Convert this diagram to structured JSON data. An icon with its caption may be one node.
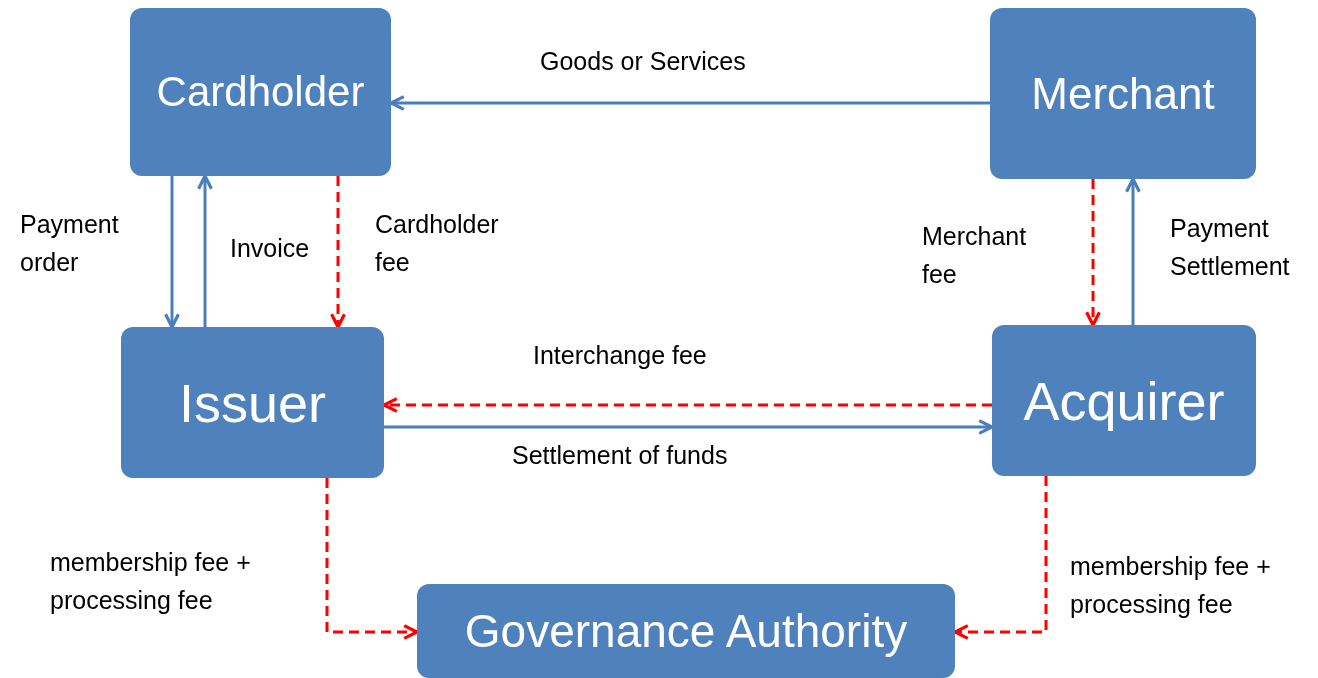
{
  "diagram": {
    "nodes": [
      {
        "text": [
          "Cardholder"
        ]
      },
      {
        "text": [
          "Merchant"
        ]
      },
      {
        "text": [
          "Issuer"
        ]
      },
      {
        "text": [
          "Acquirer"
        ]
      },
      {
        "text": [
          "Governance Authority"
        ]
      }
    ],
    "edges": [
      {
        "from": 1,
        "to": 0,
        "arrow": "to",
        "label": "Goods or Services"
      },
      {
        "from": 0,
        "to": 2,
        "arrow": "to",
        "label": "Payment order"
      },
      {
        "from": 2,
        "to": 0,
        "arrow": "to",
        "label": "Invoice"
      },
      {
        "from": 0,
        "to": 2,
        "arrow": "to",
        "label": "Cardholder fee",
        "style": "dashed",
        "color": "#ff0000"
      },
      {
        "from": 1,
        "to": 3,
        "arrow": "to",
        "label": "Merchant fee",
        "style": "dashed",
        "color": "#ff0000"
      },
      {
        "from": 3,
        "to": 1,
        "arrow": "to",
        "label": "Payment Settlement"
      },
      {
        "from": 3,
        "to": 2,
        "arrow": "to",
        "label": "Interchange fee",
        "style": "dashed",
        "color": "#ff0000"
      },
      {
        "from": 2,
        "to": 3,
        "arrow": "to",
        "label": "Settlement of funds"
      },
      {
        "from": 2,
        "to": 4,
        "arrow": "to",
        "label": "membership fee + processing fee",
        "style": "dashed",
        "color": "#ff0000"
      },
      {
        "from": 3,
        "to": 4,
        "arrow": "to",
        "label": "membership fee + processing fee",
        "style": "dashed",
        "color": "#ff0000"
      }
    ]
  }
}
